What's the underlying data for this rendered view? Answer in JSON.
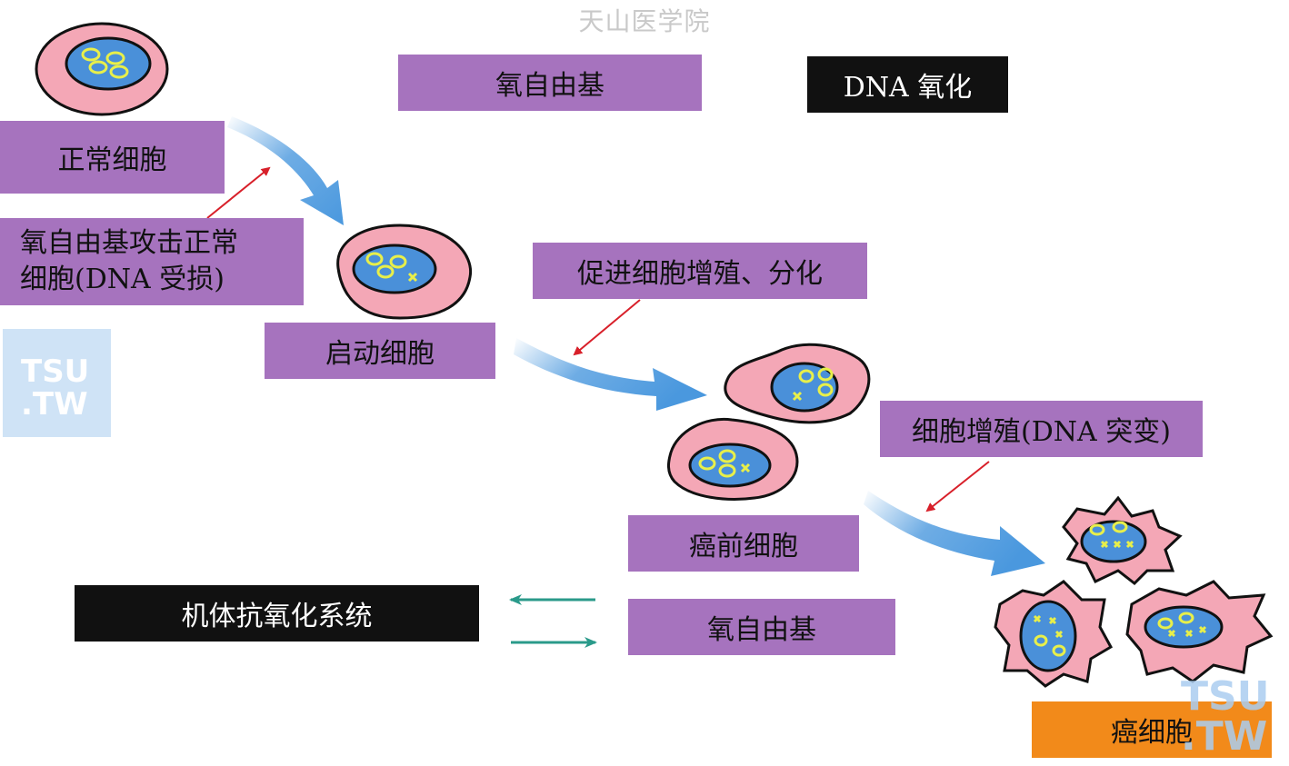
{
  "watermark_title": "天山医学院",
  "labels": {
    "normal_cell": "正常细胞",
    "attack_line1": "氧自由基攻击正常",
    "attack_line2": "细胞(DNA 受损)",
    "initiated_cell": "启动细胞",
    "promote": "促进细胞增殖、分化",
    "precancer_cell": "癌前细胞",
    "proliferation": "细胞增殖(DNA 突变)",
    "cancer_cell": "癌细胞",
    "free_radical_top": "氧自由基",
    "dna_oxidation": "DNA 氧化",
    "antioxidant_system": "机体抗氧化系统",
    "free_radical_bottom": "氧自由基"
  },
  "logo_text": {
    "line1": "TSU",
    "line2": ".TW"
  },
  "colors": {
    "label_purple": "#a673be",
    "label_black": "#111111",
    "label_orange": "#f28a1a",
    "cytoplasm_pink": "#f4a7b6",
    "nucleus_blue": "#4a90d9",
    "flow_arrow_blue": "#4a98de",
    "red_arrow": "#d8202a",
    "teal_arrow": "#2a9a8a",
    "chromosome_yellow": "#e8ef4a"
  }
}
